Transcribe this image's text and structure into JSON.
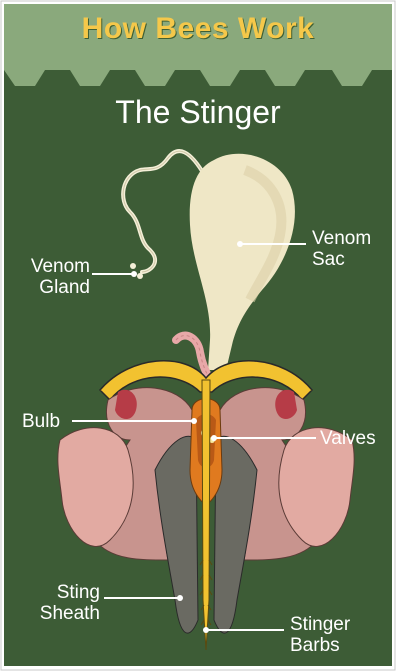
{
  "header": {
    "title": "How Bees Work"
  },
  "diagram": {
    "title": "The Stinger",
    "labels": {
      "venom_sac": [
        "Venom",
        "Sac"
      ],
      "venom_gland": [
        "Venom",
        "Gland"
      ],
      "bulb": "Bulb",
      "valves": "Valves",
      "sting_sheath": [
        "Sting",
        "Sheath"
      ],
      "stinger_barbs": [
        "Stinger",
        "Barbs"
      ]
    }
  },
  "colors": {
    "background_green": "#3d5c36",
    "header_green": "#8aa97c",
    "title_yellow": "#f5c84a",
    "venom_sac": "#efe7c6",
    "muscle_pink": "#d9a4a0",
    "bulb_orange": "#e07a1f",
    "stinger_yellow": "#f2c230",
    "sheath_gray": "#6a6a62",
    "label_white": "#ffffff"
  }
}
